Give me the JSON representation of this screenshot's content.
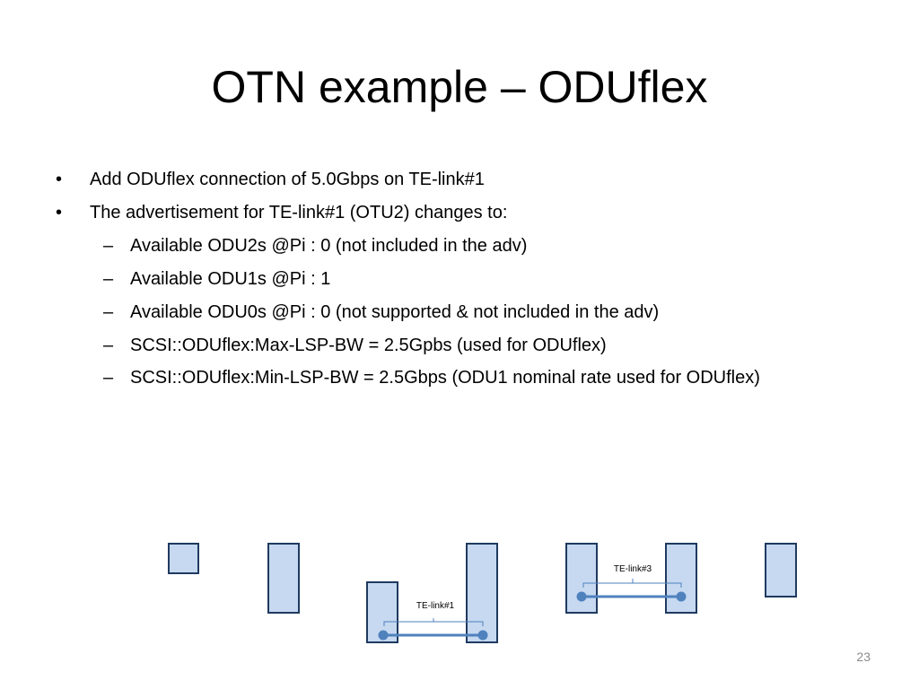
{
  "slide": {
    "title": "OTN example – ODUflex",
    "page_number": "23"
  },
  "bullets": [
    {
      "marker": "•",
      "text": "Add ODUflex  connection of 5.0Gbps on TE-link#1"
    },
    {
      "marker": "•",
      "text": "The advertisement for TE-link#1 (OTU2) changes to:"
    }
  ],
  "sub_bullets": [
    {
      "marker": "–",
      "text": "Available  ODU2s @Pi : 0  (not included in the adv)"
    },
    {
      "marker": "–",
      "text": "Available  ODU1s @Pi : 1"
    },
    {
      "marker": "–",
      "text": "Available  ODU0s @Pi : 0  (not supported  & not included in the adv)"
    },
    {
      "marker": "–",
      "text": "SCSI::ODUflex:Max-LSP-BW = 2.5Gpbs (used for ODUflex)"
    },
    {
      "marker": "–",
      "text": "SCSI::ODUflex:Min-LSP-BW = 2.5Gbps (ODU1 nominal rate used for ODUflex)"
    }
  ],
  "diagram": {
    "link1_label": "TE-link#1",
    "link3_label": "TE-link#3",
    "colors": {
      "box_fill": "#c6d9f1",
      "box_stroke": "#1f3a5f",
      "link": "#4f81bd"
    }
  }
}
